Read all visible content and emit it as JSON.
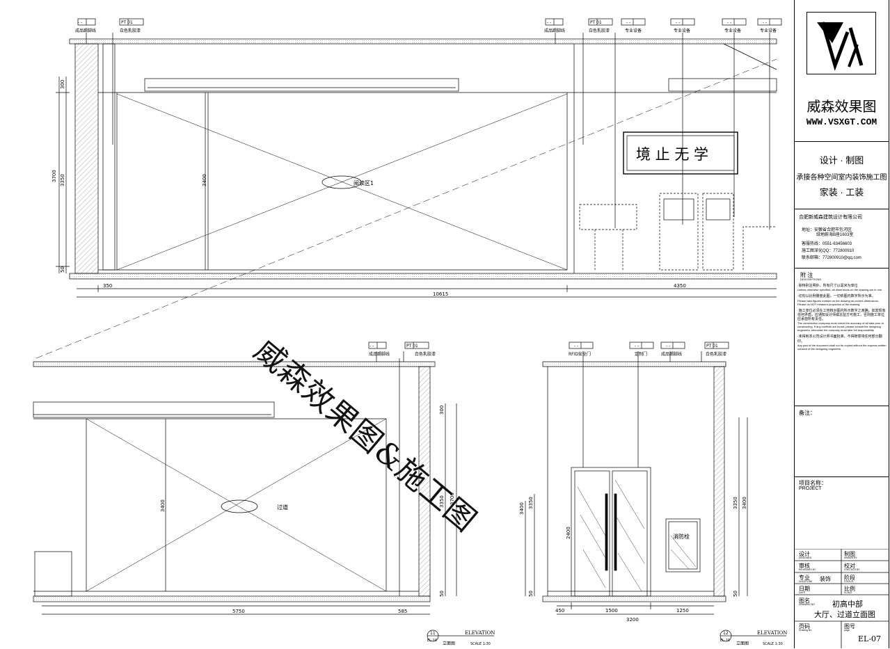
{
  "watermark": "威森效果图&施工图",
  "drawing": {
    "top": {
      "tags": [
        {
          "code": "-  -",
          "label": "成品踢脚线"
        },
        {
          "code": "PT  01",
          "label": "白色乳胶漆"
        },
        {
          "code": "-  -",
          "label": "成品踢脚线"
        },
        {
          "code": "PT  01",
          "label": "白色乳胶漆"
        },
        {
          "code": "-  -",
          "label": "专业设备"
        },
        {
          "code": "-  -",
          "label": "专业设备"
        },
        {
          "code": "-  -",
          "label": "专业设备"
        },
        {
          "code": "-  -",
          "label": "专业设备"
        }
      ],
      "dims_left": [
        "300",
        "3700",
        "3350",
        "50"
      ],
      "dim_inner": "3400",
      "area_label": "阅读区1",
      "plaque_text": "境 止 无 学",
      "dims_bottom": [
        "350",
        "4350",
        "10615"
      ]
    },
    "left": {
      "tags": [
        {
          "code": "-  -",
          "label": "成品踢脚线"
        },
        {
          "code": "PT  01",
          "label": "白色乳胶漆"
        }
      ],
      "dims_right": [
        "300",
        "3350",
        "3700",
        "50"
      ],
      "dim_inner": "3400",
      "area_label": "过道",
      "dims_bottom": [
        "5750",
        "585"
      ],
      "title_num": "11",
      "title_sheet": "EL-10",
      "title_name": "立面图",
      "title_en": "ELEVATION",
      "title_scale": "SCALE 1:30"
    },
    "right": {
      "tags": [
        {
          "code": "-  -",
          "label": "RFID安全门"
        },
        {
          "code": "-  -",
          "label": "定制门"
        },
        {
          "code": "-  -",
          "label": "成品踢脚线"
        },
        {
          "code": "PT  01",
          "label": "白色乳胶漆"
        }
      ],
      "dims_left": [
        "3400",
        "3350",
        "50"
      ],
      "dims_right": [
        "3350",
        "3400",
        "50"
      ],
      "door_dim": "2400",
      "cabinet_label": "消防栓",
      "dims_bottom": [
        "450",
        "1500",
        "1250",
        "3200"
      ],
      "title_num": "12",
      "title_sheet": "EL-10",
      "title_name": "立面图",
      "title_en": "ELEVATION",
      "title_scale": "SCALE 1:30"
    }
  },
  "titleblock": {
    "company_cn": "威森效果图",
    "website": "WWW.VSXGT.COM",
    "service1": "设计 · 制图",
    "service2": "承接各种空间室内装饰施工图",
    "service3": "家装 · 工装",
    "firm": "合肥新威森建筑设计有限公司",
    "addr1": "地址：安徽省合肥市包河区",
    "addr2": "绿地蔚海B座1603室",
    "phone": "客服热线：0551-63456603",
    "qq": "施工图深化QQ：772800910",
    "email": "联系邮箱：772800910@qq.com",
    "notes_title": "附 注",
    "notes_en": "DESCRIPTIONS",
    "notes": [
      "·除特别注明外，所有尺寸以毫米为单位",
      "Unless otherwise specified, all dimensions on the drawing are in mm.",
      "·切勿以比例量度此图，一切依图内数字所示为准。",
      "Please take figures marked on the drawing as correct dimensions. Please do NOT measure proportion of the drawing.",
      "·施工单位必须在工地核对图内所示数字之准确，如发现有任何矛盾，应通知设计师或总监方可施工，否则施工单位应承担所有责任。",
      "The construction company must check the accuracy of all data prior to constructing. If any conflicts are found, please consult the designing engineers, otherwise the company must take full responsibility.",
      "·未得到本公司设计师书面批准，不得随意将任何部分翻印。",
      "Any part of the document shall not be copied without the express written consent of the designing engineers."
    ],
    "remarks": "备注：",
    "project_label": "项目名称：",
    "project_en": "PROJECT",
    "fields": {
      "design": "设计",
      "design_en": "DESIGNED",
      "draw": "制图",
      "draw_en": "DRAWN BY",
      "review": "审核",
      "review_en": "REVIEWED BY",
      "check": "校对",
      "check_en": "CHECKED BY",
      "major": "专业",
      "major_en": "DISCIPLINE",
      "major_val": "装饰",
      "stage": "阶段",
      "stage_en": "STATUS",
      "date": "日期",
      "date_en": "DATE",
      "scale": "比例",
      "scale_en": "SCALE",
      "name": "图名",
      "name_en": "DRAWING NO",
      "name_val1": "初高中部",
      "name_val2": "大厅、过道立面图",
      "page": "页码",
      "page_en": "Drawing No.",
      "sheet": "图号",
      "sheet_en": "page.",
      "sheet_val": "EL-07"
    }
  }
}
